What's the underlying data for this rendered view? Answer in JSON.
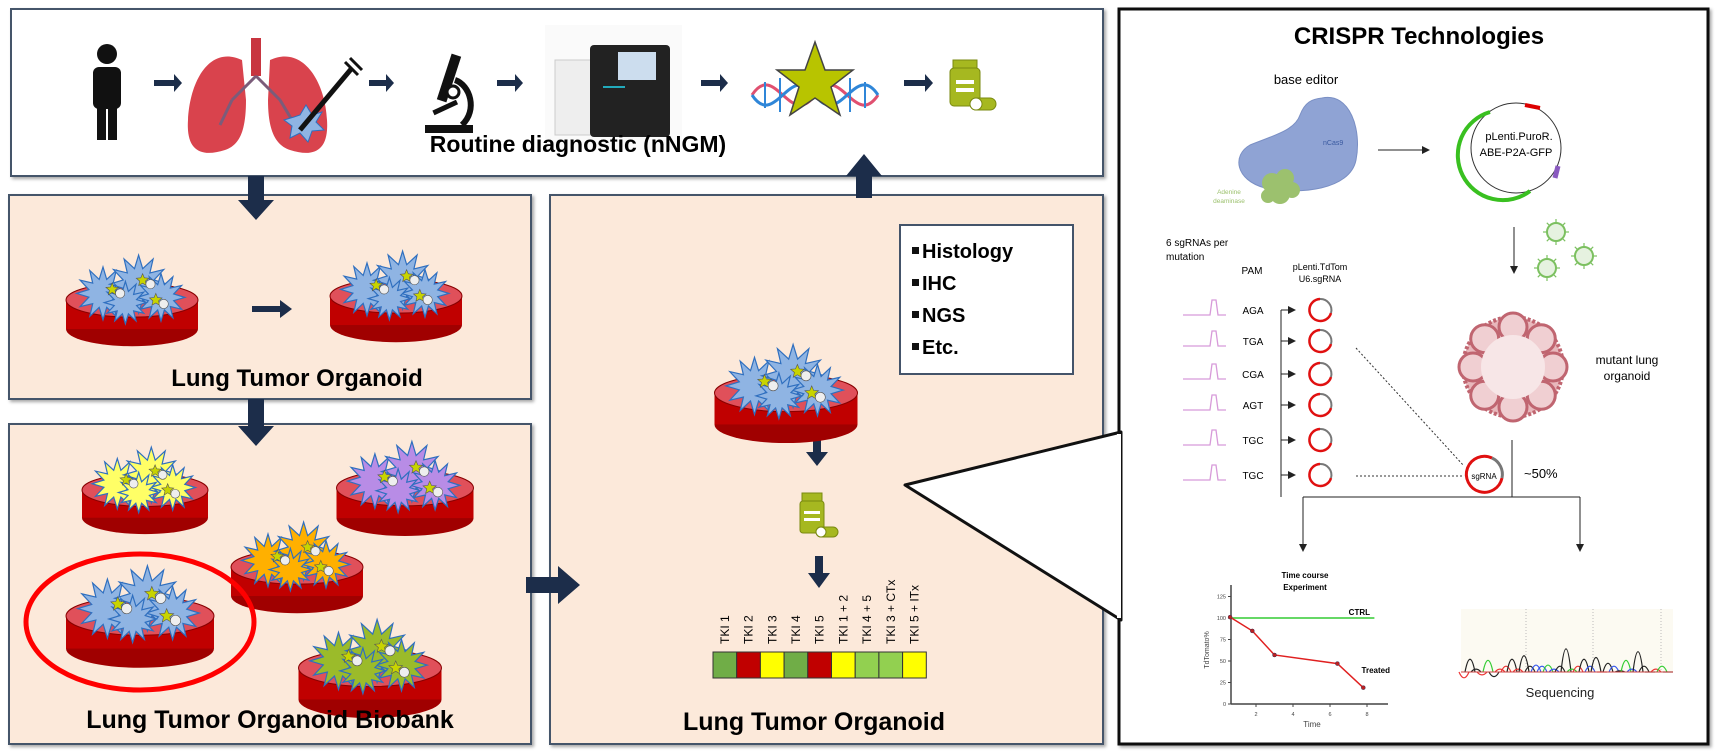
{
  "colors": {
    "panel_fill": "#fce9da",
    "panel_border": "#44546a",
    "arrow": "#1c2d4a",
    "dish_red": "#c00000",
    "highlight_ring": "#ff0000"
  },
  "routine": {
    "title": "Routine diagnostic (nNGM)",
    "steps": [
      "person-icon",
      "lungs-biopsy-icon",
      "microscope-icon",
      "sequencer-icon",
      "dna-mutation-icon",
      "drug-icon"
    ]
  },
  "organoid_panel": {
    "title": "Lung Tumor Organoid",
    "cell_color": "#8fb4e3"
  },
  "biobank": {
    "title": "Lung Tumor Organoid Biobank",
    "cell_colors": [
      "#ffff66",
      "#b88ce6",
      "#ffb000",
      "#8fb4e3",
      "#9bbb2a"
    ]
  },
  "testing_panel": {
    "title": "Lung Tumor Organoid",
    "analyses": [
      "Histology",
      "IHC",
      "NGS",
      "Etc."
    ],
    "treatments": [
      "TKI 1",
      "TKI 2",
      "TKI 3",
      "TKI 4",
      "TKI 5",
      "TKI 1 + 2",
      "TKI 4 + 5",
      "TKI 3 + CTx",
      "TKI 5 + ITx"
    ],
    "response_colors": [
      "#70ad47",
      "#c00000",
      "#ffff00",
      "#70ad47",
      "#c00000",
      "#ffff00",
      "#92d050",
      "#92d050",
      "#ffff00"
    ]
  },
  "crispr": {
    "title": "CRISPR Technologies",
    "base_editor": "base editor",
    "ncas9": "nCas9",
    "deaminase_1": "Adenine",
    "deaminase_2": "deaminase",
    "plasmid_1": "pLenti.PuroR.",
    "plasmid_2": "ABE-P2A-GFP",
    "sgrna_title_1": "6 sgRNAs per",
    "sgrna_title_2": "mutation",
    "pam_header": "PAM",
    "vector_1": "pLenti.TdTom",
    "vector_2": "U6.sgRNA",
    "pams": [
      "AGA",
      "TGA",
      "CGA",
      "AGT",
      "TGC",
      "TGC"
    ],
    "organoid_1": "mutant lung",
    "organoid_2": "organoid",
    "sgrna_label": "sgRNA",
    "efficiency": "~50%",
    "sequencing": "Sequencing"
  },
  "chart_data": {
    "type": "line",
    "title": "Time course Experiment",
    "title_1": "Time course",
    "title_2": "Experiment",
    "xlabel": "Time",
    "ylabel": "TdTomato%",
    "xticks": [
      2,
      4,
      6,
      8
    ],
    "yticks": [
      0,
      25,
      50,
      75,
      100,
      125
    ],
    "ylim": [
      0,
      135
    ],
    "xlim": [
      0.6,
      9.2
    ],
    "series": [
      {
        "name": "CTRL",
        "color": "#33cc33",
        "x": [
          0.6,
          8.4
        ],
        "y": [
          100,
          100
        ]
      },
      {
        "name": "Treated",
        "color": "#e02020",
        "x": [
          0.6,
          1.8,
          3.0,
          6.4,
          7.8
        ],
        "y": [
          101,
          85,
          57,
          47,
          19
        ]
      }
    ]
  }
}
